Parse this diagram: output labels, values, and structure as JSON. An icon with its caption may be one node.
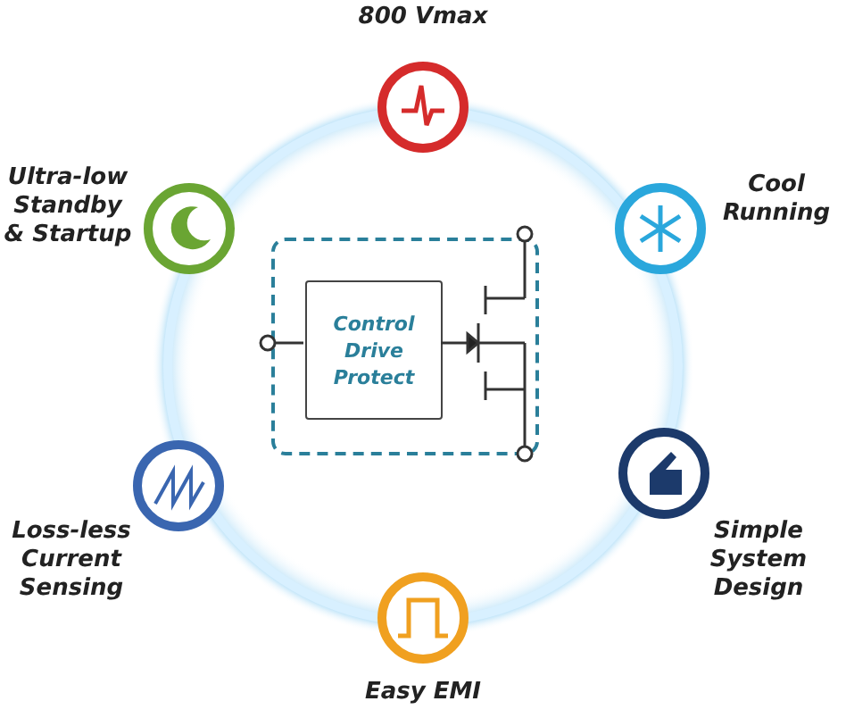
{
  "diagram": {
    "nodes": [
      {
        "text": [
          "800 Vmax"
        ]
      },
      {
        "text": [
          "Ultra-low Standby & Startup"
        ]
      },
      {
        "text": [
          "Cool Running"
        ]
      },
      {
        "text": [],
        "shape": "box"
      },
      {
        "text": [
          "Control Drive Protect"
        ],
        "in": 3
      },
      {
        "text": [
          "Loss-less Current Sensing"
        ]
      },
      {
        "text": [
          "Simple System Design"
        ]
      },
      {
        "text": [
          "Easy EMI"
        ]
      }
    ]
  }
}
